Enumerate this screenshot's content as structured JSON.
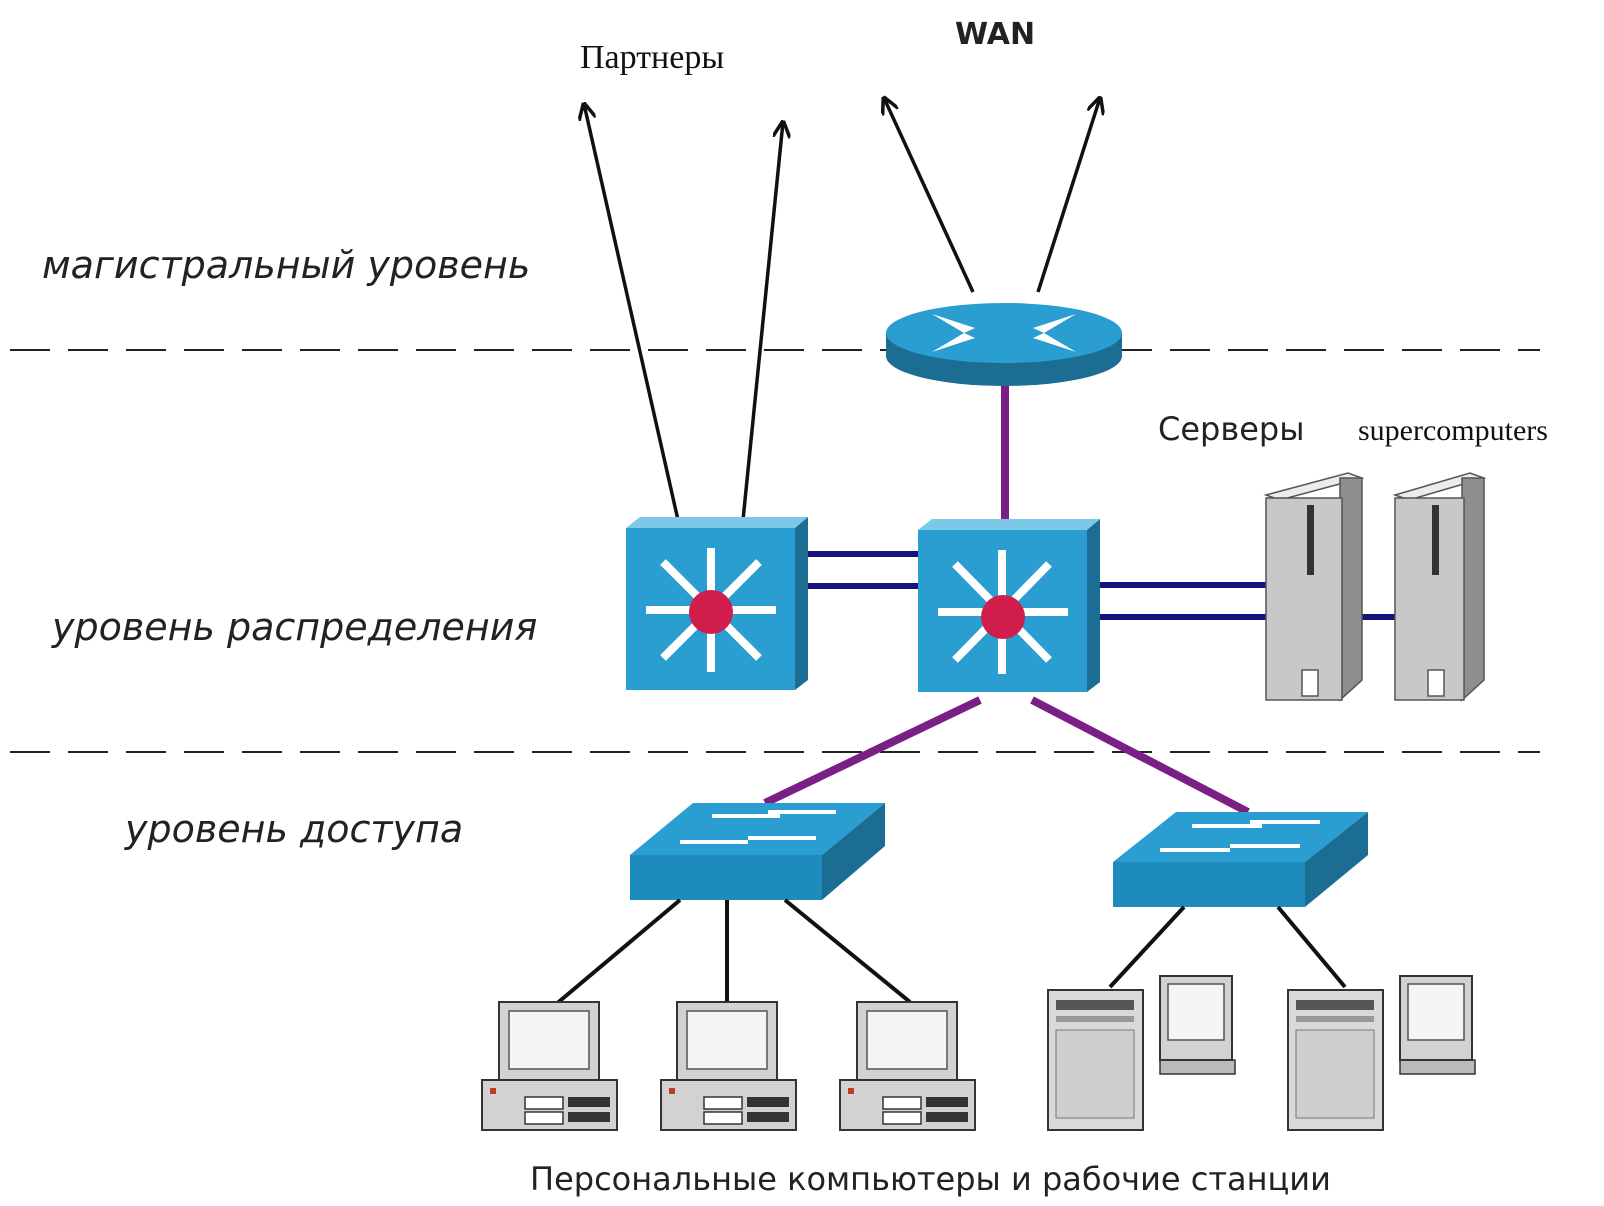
{
  "labels": {
    "partners": "Партнеры",
    "wan": "WAN",
    "core_level": "магистральный уровень",
    "distribution_level": "уровень распределения",
    "access_level": "уровень доступа",
    "servers": "Серверы",
    "supercomputers": "supercomputers",
    "pcs": "Персональные компьютеры и рабочие станции"
  },
  "colors": {
    "device_blue": "#2a9ed0",
    "device_dark": "#1c6d94",
    "link_purple": "#7a1f86",
    "link_navy": "#14147a",
    "hub_red": "#d01d4c"
  }
}
